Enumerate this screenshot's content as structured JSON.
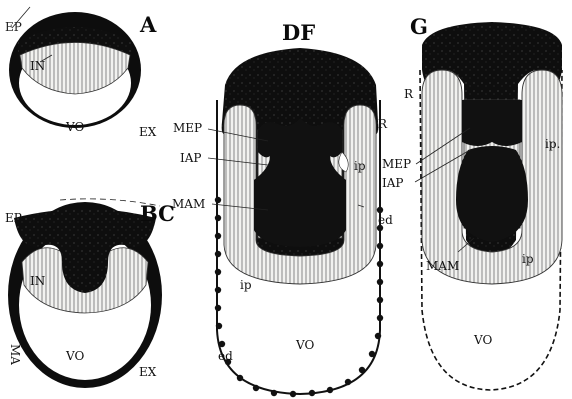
{
  "figure": {
    "panels": {
      "A": {
        "title": "A",
        "labels": {
          "ep": "EP",
          "in": "IN",
          "vo": "VO",
          "ex": "EX"
        }
      },
      "BC": {
        "title": "BC",
        "labels": {
          "ep": "EP",
          "in": "IN",
          "vo": "VO",
          "ex": "EX",
          "ma": "MA"
        }
      },
      "DF": {
        "title": "DF",
        "labels": {
          "mep": "MEP",
          "iap": "IAP",
          "mam": "MAM",
          "r": "R",
          "ip_right": "ip",
          "ed_right": "ed",
          "ip_bottom": "ip",
          "vo": "VO",
          "ed_bottom": "ed"
        }
      },
      "G": {
        "title": "G",
        "labels": {
          "r": "R",
          "mep": "MEP",
          "iap": "IAP",
          "ip_right": "ip.",
          "mam": "MAM",
          "ip_bottom": "ip",
          "vo": "VO"
        }
      }
    }
  }
}
